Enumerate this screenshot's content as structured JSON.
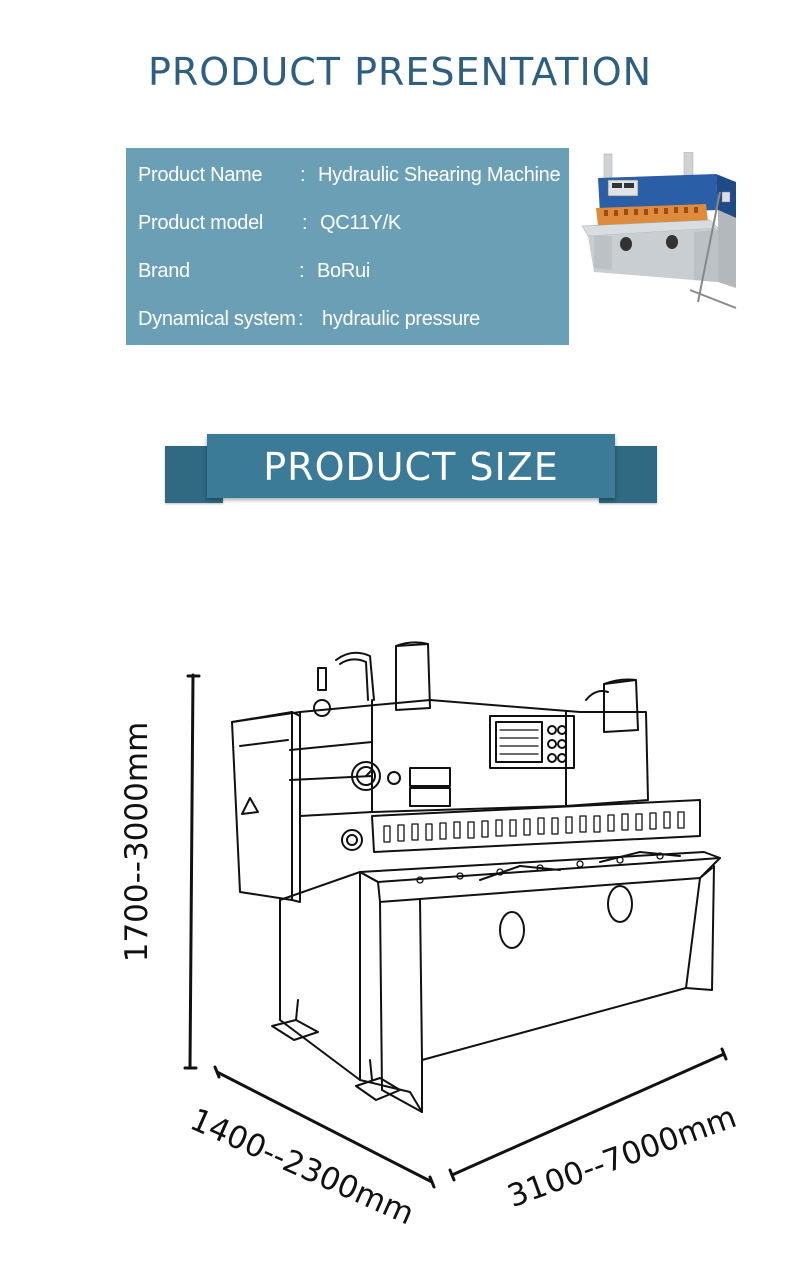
{
  "presentation": {
    "title": "PRODUCT PRESENTATION"
  },
  "specs": [
    {
      "label": "Product Name",
      "value": "Hydraulic Shearing Machine"
    },
    {
      "label": "Product model",
      "value": "QC11Y/K"
    },
    {
      "label": "Brand",
      "value": "BoRui"
    },
    {
      "label": "Dynamical system",
      "value": "hydraulic pressure"
    }
  ],
  "size_section": {
    "title": "PRODUCT SIZE",
    "height_dim": "1700--3000mm",
    "depth_dim": "1400--2300mm",
    "length_dim": "3100--7000mm"
  },
  "colors": {
    "title": "#2f5f80",
    "spec_bg": "#6b9fb6",
    "banner": "#3b7b97",
    "banner_tab": "#2f6a82",
    "machine_blue": "#2a5ea6"
  }
}
